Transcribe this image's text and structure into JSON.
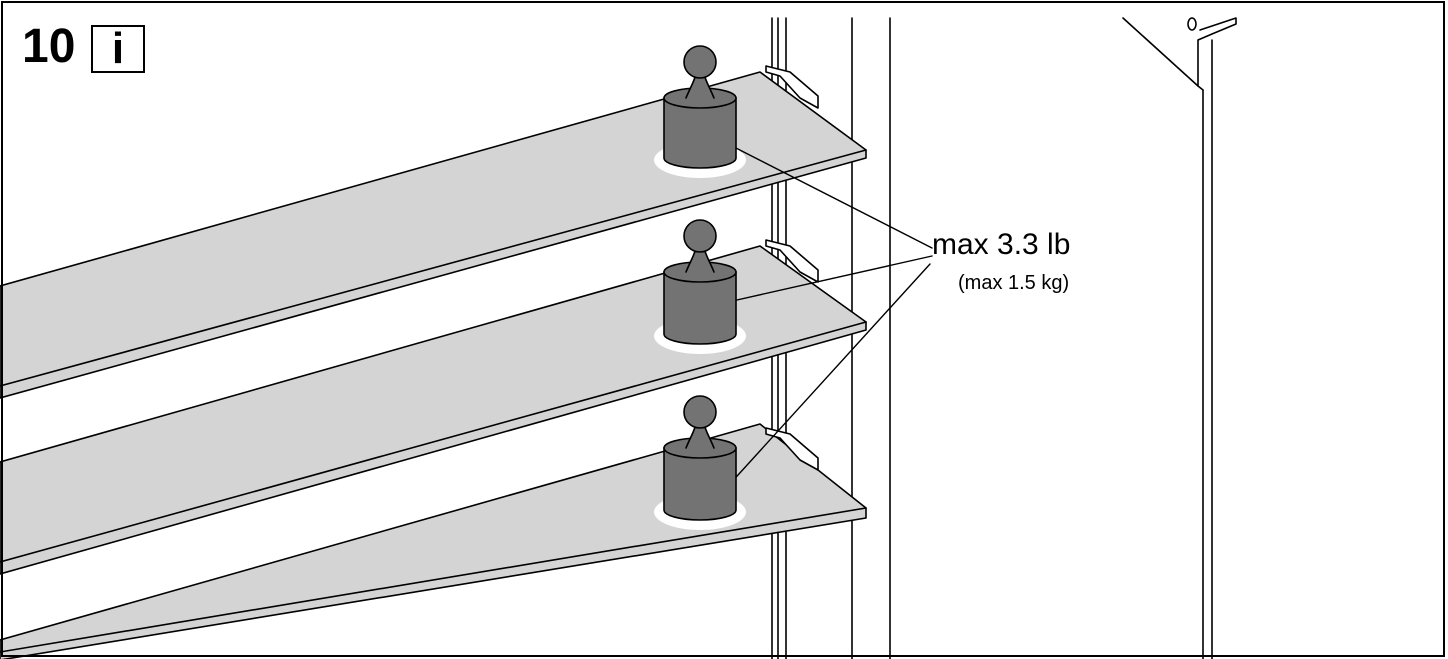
{
  "step": {
    "number": "10",
    "info_icon": "i"
  },
  "callout": {
    "max_load_imperial": "max 3.3 lb",
    "max_load_metric": "(max 1.5 kg)"
  },
  "illustration": {
    "shelf_count": 3,
    "weight_count": 3,
    "colors": {
      "shelf_fill": "#d4d4d4",
      "weight_fill": "#737373",
      "line": "#000000"
    }
  }
}
